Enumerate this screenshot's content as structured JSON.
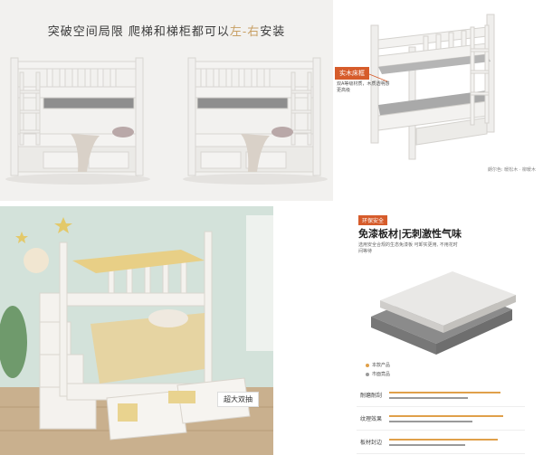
{
  "panel_ladder": {
    "caption_prefix": "突破空间局限 爬梯和梯柜都可以",
    "caption_accent": "左-右",
    "caption_suffix": "安装"
  },
  "panel_frame": {
    "tag": "实木床框",
    "description": "双A等级材质，木质透明感更高级",
    "footer": "朗尔色: 暖松木 · 柳暖木"
  },
  "panel_room": {
    "badge": "超大双抽"
  },
  "panel_board": {
    "tag": "环保安全",
    "title": "免漆板材|无刺激性气味",
    "subtitle": "选用安全合规的生态免漆板 可卸实更用, 不用花时间等待",
    "legend": [
      {
        "label": "本款产品",
        "color": "#e0a04a"
      },
      {
        "label": "市面竟品",
        "color": "#9a9a9a"
      }
    ],
    "rows": [
      {
        "label": "耐磨耐刮",
        "ours": 0.88,
        "others": 0.62
      },
      {
        "label": "纹理效果",
        "ours": 0.9,
        "others": 0.66
      },
      {
        "label": "板材封边",
        "ours": 0.86,
        "others": 0.6
      }
    ]
  },
  "colors": {
    "accent_orange": "#d65c2b",
    "accent_gold": "#c8a064",
    "bed_white": "#eeedeb"
  }
}
